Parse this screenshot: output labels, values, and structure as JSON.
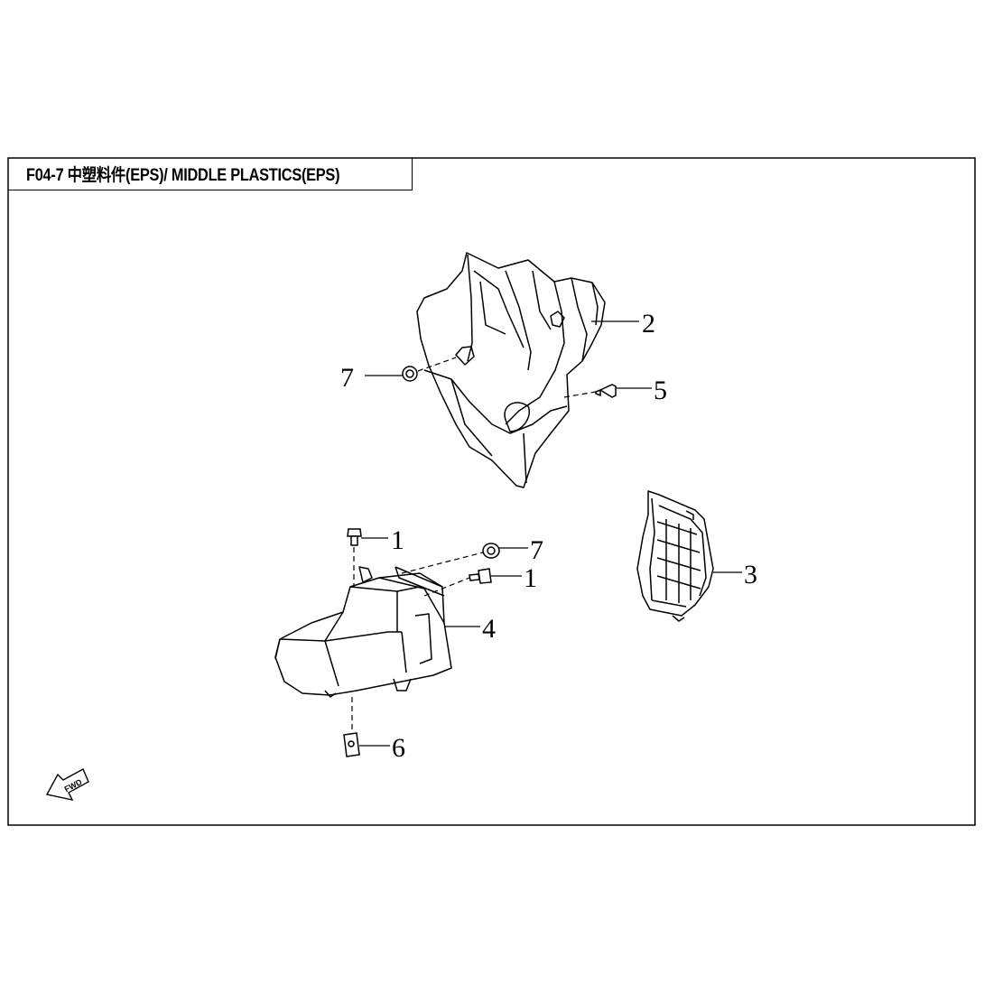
{
  "title": "F04-7 中塑料件(EPS)/ MIDDLE PLASTICS(EPS)",
  "callouts": {
    "c1a": "1",
    "c1b": "1",
    "c2": "2",
    "c3": "3",
    "c4": "4",
    "c5": "5",
    "c6": "6",
    "c7a": "7",
    "c7b": "7"
  },
  "fwd_label": "FWD",
  "colors": {
    "line": "#000000",
    "background": "#ffffff"
  }
}
